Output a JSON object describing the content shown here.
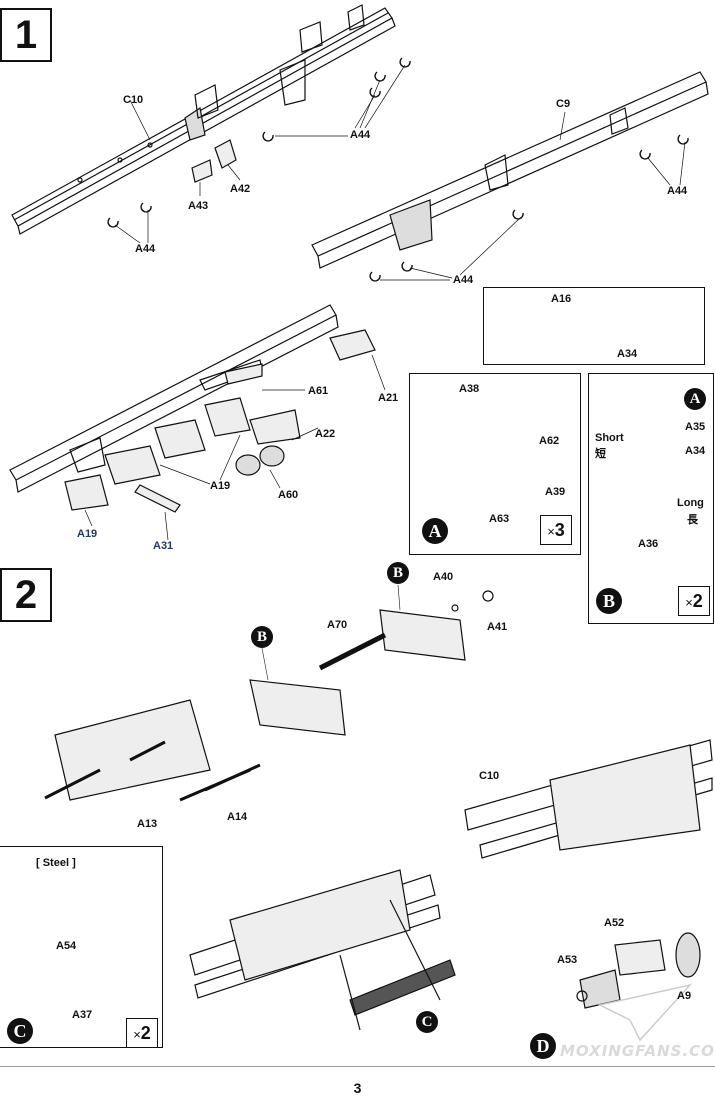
{
  "steps": {
    "one": "1",
    "two": "2"
  },
  "labels": {
    "c10_top": "C10",
    "c9": "C9",
    "a44_1": "A44",
    "a44_2": "A44",
    "a44_3": "A44",
    "a44_4": "A44",
    "a42": "A42",
    "a43": "A43",
    "a16": "A16",
    "a34_inset": "A34",
    "a61": "A61",
    "a21": "A21",
    "a22": "A22",
    "a19_1": "A19",
    "a19_2": "A19",
    "a60": "A60",
    "a31": "A31",
    "a38": "A38",
    "a62": "A62",
    "a39": "A39",
    "a63": "A63",
    "a35": "A35",
    "a34": "A34",
    "short_en": "Short",
    "short_cn": "短",
    "long_en": "Long",
    "long_cn": "長",
    "a36": "A36",
    "a40": "A40",
    "a41": "A41",
    "a70": "A70",
    "a13": "A13",
    "a14": "A14",
    "c10_bottom": "C10",
    "steel": "[ Steel ]",
    "a54": "A54",
    "a37": "A37",
    "a52": "A52",
    "a53": "A53",
    "a9": "A9"
  },
  "callouts": {
    "a": "A",
    "b": "B",
    "c": "C",
    "d": "D"
  },
  "multipliers": {
    "box_a": "3",
    "box_b": "2",
    "box_c": "2",
    "symbol": "×"
  },
  "footer": {
    "page_number": "3",
    "watermark": "MOXINGFANS.COM"
  }
}
